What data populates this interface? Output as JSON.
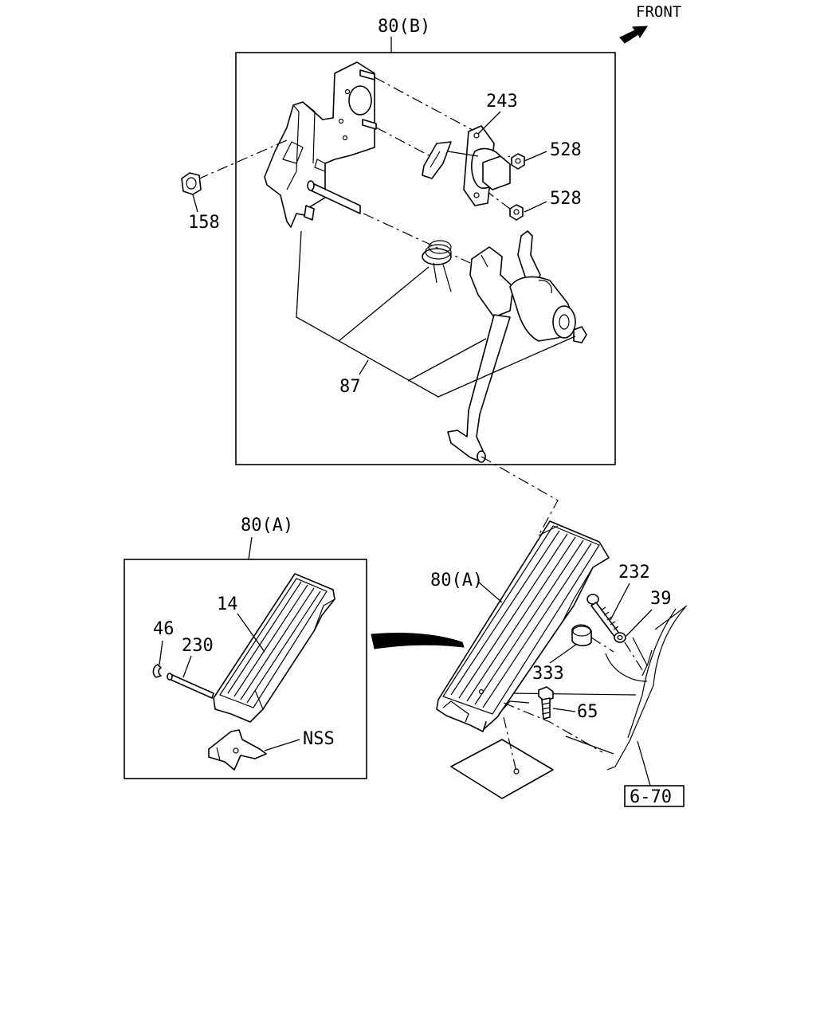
{
  "orientation": {
    "front_label": "FRONT",
    "front_arrow_icon": "front-arrow-icon"
  },
  "assemblies": {
    "upper_box_title": "80(B)",
    "lower_box_title": "80(A)",
    "pedal_label": "80(A)"
  },
  "callouts": {
    "bracket_sensor": "243",
    "nut_upper": "528",
    "nut_lower": "528",
    "nut_left": "158",
    "spring_group": "87",
    "pedal_pad": "14",
    "clip": "46",
    "pin": "230",
    "bracket_nss": "NSS",
    "stopper_bolt": "232",
    "washer": "39",
    "stopper_rubber": "333",
    "bolt": "65"
  },
  "reference": {
    "page_ref": "6-70"
  }
}
